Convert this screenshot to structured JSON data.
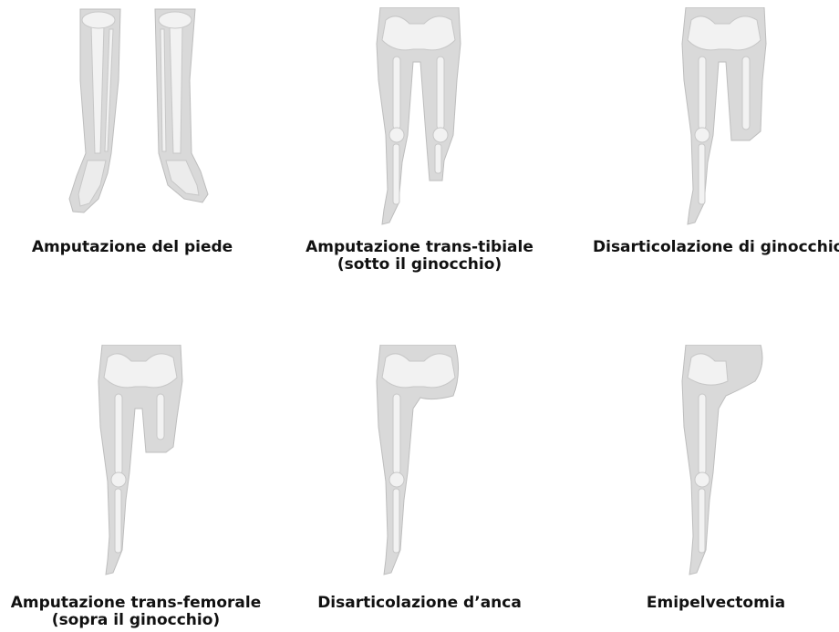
{
  "palette": {
    "skin": "#d9d9d9",
    "skin_edge": "#bdbdbd",
    "bone": "#f2f2f2",
    "bone_edge": "#c7c7c7",
    "text": "#111111"
  },
  "figures": [
    {
      "id": "foot",
      "caption_line1": "Amputazione del piede",
      "caption_line2": ""
    },
    {
      "id": "trans-tibial",
      "caption_line1": "Amputazione trans-tibiale",
      "caption_line2": "(sotto il ginocchio)"
    },
    {
      "id": "knee-disartic",
      "caption_line1": "Disarticolazione di ginocchio",
      "caption_line2": ""
    },
    {
      "id": "trans-femoral",
      "caption_line1": "Amputazione trans-femorale",
      "caption_line2": "(sopra il ginocchio)"
    },
    {
      "id": "hip-disartic",
      "caption_line1": "Disarticolazione d’anca",
      "caption_line2": ""
    },
    {
      "id": "hemipelvectomy",
      "caption_line1": "Emipelvectomia",
      "caption_line2": ""
    }
  ]
}
